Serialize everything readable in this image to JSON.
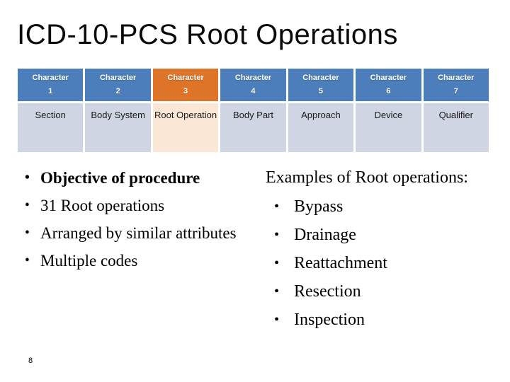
{
  "slide": {
    "title": "ICD-10-PCS Root Operations",
    "page_number": "8",
    "bullet_glyph": "•"
  },
  "table": {
    "columns": [
      {
        "header_label": "Character",
        "header_number": "1",
        "value": "Section",
        "highlight": false,
        "nowrap": false
      },
      {
        "header_label": "Character",
        "header_number": "2",
        "value": "Body System",
        "highlight": false,
        "nowrap": false
      },
      {
        "header_label": "Character",
        "header_number": "3",
        "value": "Root Operation",
        "highlight": true,
        "nowrap": false
      },
      {
        "header_label": "Character",
        "header_number": "4",
        "value": "Body Part",
        "highlight": false,
        "nowrap": true
      },
      {
        "header_label": "Character",
        "header_number": "5",
        "value": "Approach",
        "highlight": false,
        "nowrap": true
      },
      {
        "header_label": "Character",
        "header_number": "6",
        "value": "Device",
        "highlight": false,
        "nowrap": true
      },
      {
        "header_label": "Character",
        "header_number": "7",
        "value": "Qualifier",
        "highlight": false,
        "nowrap": true
      }
    ],
    "colors": {
      "header_bg": "#4c7ebb",
      "header_bg_highlight": "#dd7428",
      "body_bg": "#cfd5e3",
      "body_bg_highlight": "#fbe7d6",
      "header_text": "#ffffff",
      "body_text": "#1a1a1a"
    }
  },
  "left_list": {
    "items": [
      {
        "text": "Objective of procedure",
        "bold": true
      },
      {
        "text": "31 Root operations",
        "bold": false
      },
      {
        "text": "Arranged by similar attributes",
        "bold": false
      },
      {
        "text": "Multiple codes",
        "bold": false
      }
    ]
  },
  "right_panel": {
    "heading": "Examples of Root operations:",
    "items": [
      {
        "text": "Bypass"
      },
      {
        "text": "Drainage"
      },
      {
        "text": "Reattachment"
      },
      {
        "text": "Resection"
      },
      {
        "text": "Inspection"
      }
    ]
  }
}
